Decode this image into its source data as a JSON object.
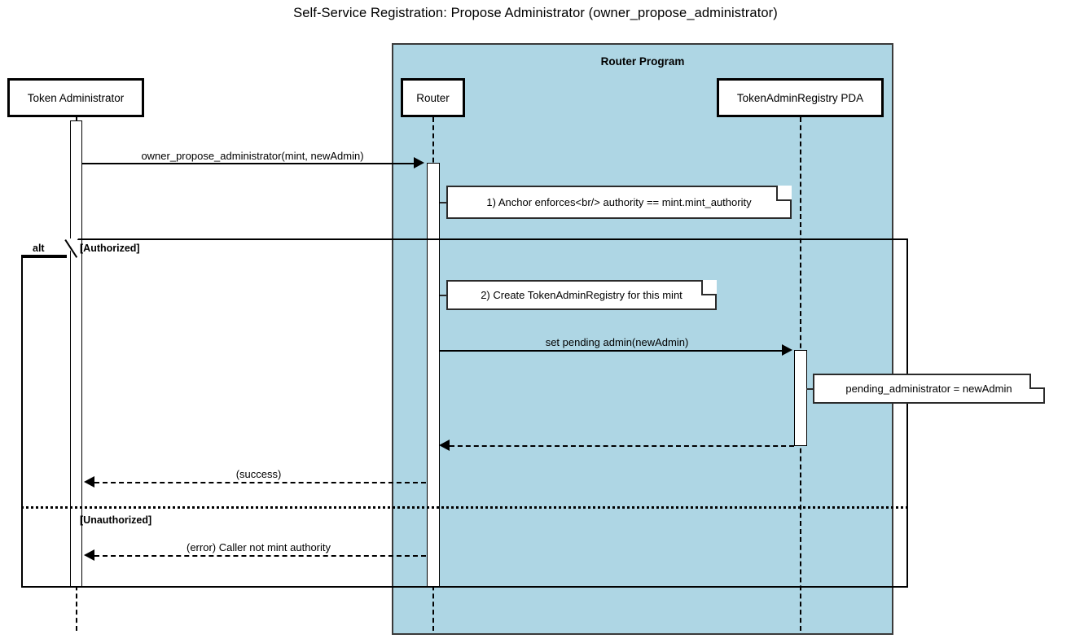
{
  "diagram": {
    "type": "sequence",
    "title": "Self-Service Registration: Propose Administrator (owner_propose_administrator)"
  },
  "group": {
    "label": "Router Program",
    "background_color": "#aed6e4",
    "border_color": "#3a3a3a"
  },
  "participants": [
    {
      "id": "tokenadmin",
      "label": "Token Administrator"
    },
    {
      "id": "router",
      "label": "Router"
    },
    {
      "id": "pda",
      "label": "TokenAdminRegistry PDA"
    }
  ],
  "messages": [
    {
      "id": "m1",
      "label": "owner_propose_administrator(mint, newAdmin)",
      "from": "tokenadmin",
      "to": "router",
      "style": "solid",
      "direction": "right"
    },
    {
      "id": "m2",
      "label": "set pending admin(newAdmin)",
      "from": "router",
      "to": "pda",
      "style": "solid",
      "direction": "right"
    },
    {
      "id": "m3",
      "label": "",
      "from": "pda",
      "to": "router",
      "style": "dashed",
      "direction": "left"
    },
    {
      "id": "m4",
      "label": "(success)",
      "from": "router",
      "to": "tokenadmin",
      "style": "dashed",
      "direction": "left"
    },
    {
      "id": "m5",
      "label": "(error) Caller not mint authority",
      "from": "router",
      "to": "tokenadmin",
      "style": "dashed",
      "direction": "left"
    }
  ],
  "notes": [
    {
      "id": "n1",
      "text": "1) Anchor enforces<br/> authority == mint.mint_authority",
      "attached_to": "router"
    },
    {
      "id": "n2",
      "text": "2) Create TokenAdminRegistry for this mint",
      "attached_to": "router"
    },
    {
      "id": "n3",
      "text": "pending_administrator = newAdmin",
      "attached_to": "pda"
    }
  ],
  "fragment": {
    "operator": "alt",
    "guards": [
      {
        "id": "g1",
        "label": "[Authorized]"
      },
      {
        "id": "g2",
        "label": "[Unauthorized]"
      }
    ]
  }
}
